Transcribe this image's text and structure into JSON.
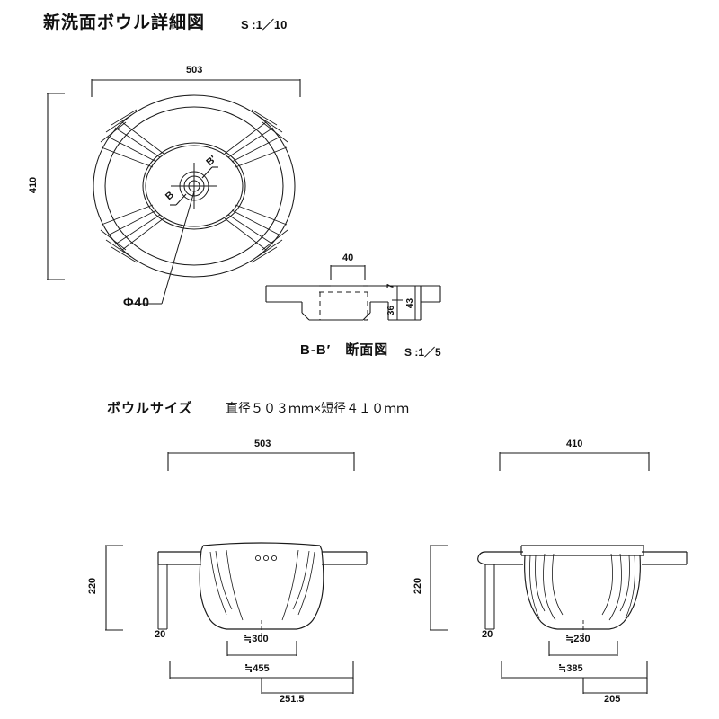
{
  "title": {
    "text": "新洗面ボウル詳細図",
    "scale": "S :1／10"
  },
  "top_view": {
    "name": "plan-view",
    "dim_width": "503",
    "dim_height": "410",
    "drain_label": "Φ40",
    "section_mark_start": "B",
    "section_mark_end": "B′"
  },
  "section_view": {
    "dim_width": "40",
    "dim_top": "7",
    "dim_inner": "36",
    "dim_outer": "43",
    "caption": "B-B′　断面図",
    "scale": "S :1／5"
  },
  "bowl_size": {
    "label": "ボウルサイズ",
    "value": "直径５０３ｍｍ×短径４１０ｍｍ"
  },
  "front_elevation": {
    "dim_top": "503",
    "dim_height": "220",
    "dim_flange": "20",
    "dim_base": "≒300",
    "dim_mid": "≒455",
    "dim_offset": "251.5"
  },
  "side_elevation": {
    "dim_top": "410",
    "dim_height": "220",
    "dim_flange": "20",
    "dim_base": "≒230",
    "dim_mid": "≒385",
    "dim_offset": "205"
  },
  "colors": {
    "line": "#1a1a1a",
    "background": "#ffffff"
  }
}
